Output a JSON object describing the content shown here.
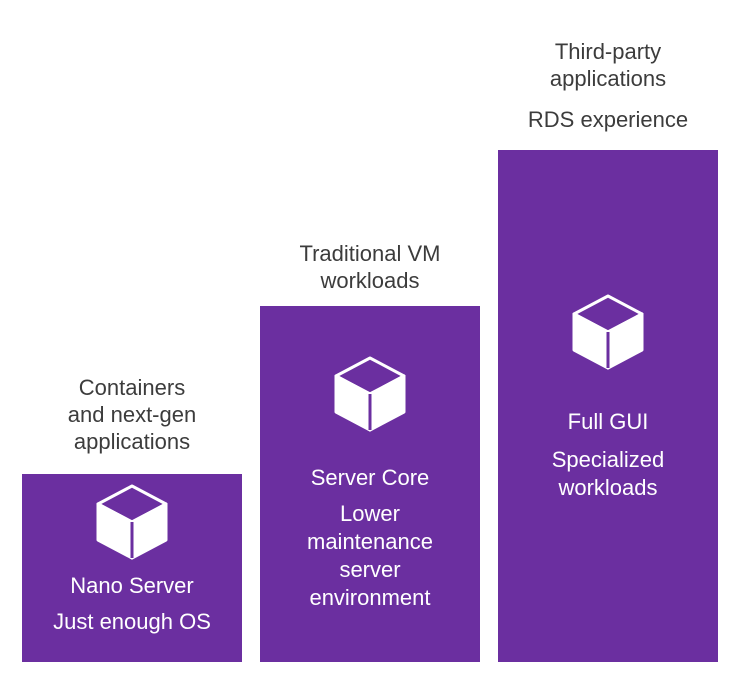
{
  "tiers": [
    {
      "header_lines": [
        "Containers",
        "and next-gen",
        "applications"
      ],
      "title": "Nano Server",
      "desc_lines": [
        "Just enough OS"
      ]
    },
    {
      "header_lines": [
        "Traditional VM",
        "workloads"
      ],
      "title": "Server Core",
      "desc_lines": [
        "Lower",
        "maintenance",
        "server",
        "environment"
      ]
    },
    {
      "header_lines": [
        "Third-party",
        "applications"
      ],
      "header_extra": "RDS experience",
      "title": "Full GUI",
      "desc_lines": [
        "Specialized",
        "workloads"
      ]
    }
  ],
  "colors": {
    "box": "#6b2fa0",
    "cube_top": "#6b2fa0",
    "cube_face": "#ffffff",
    "header_text": "#3c3c3c"
  },
  "icons": {
    "cube": "cube-icon"
  }
}
